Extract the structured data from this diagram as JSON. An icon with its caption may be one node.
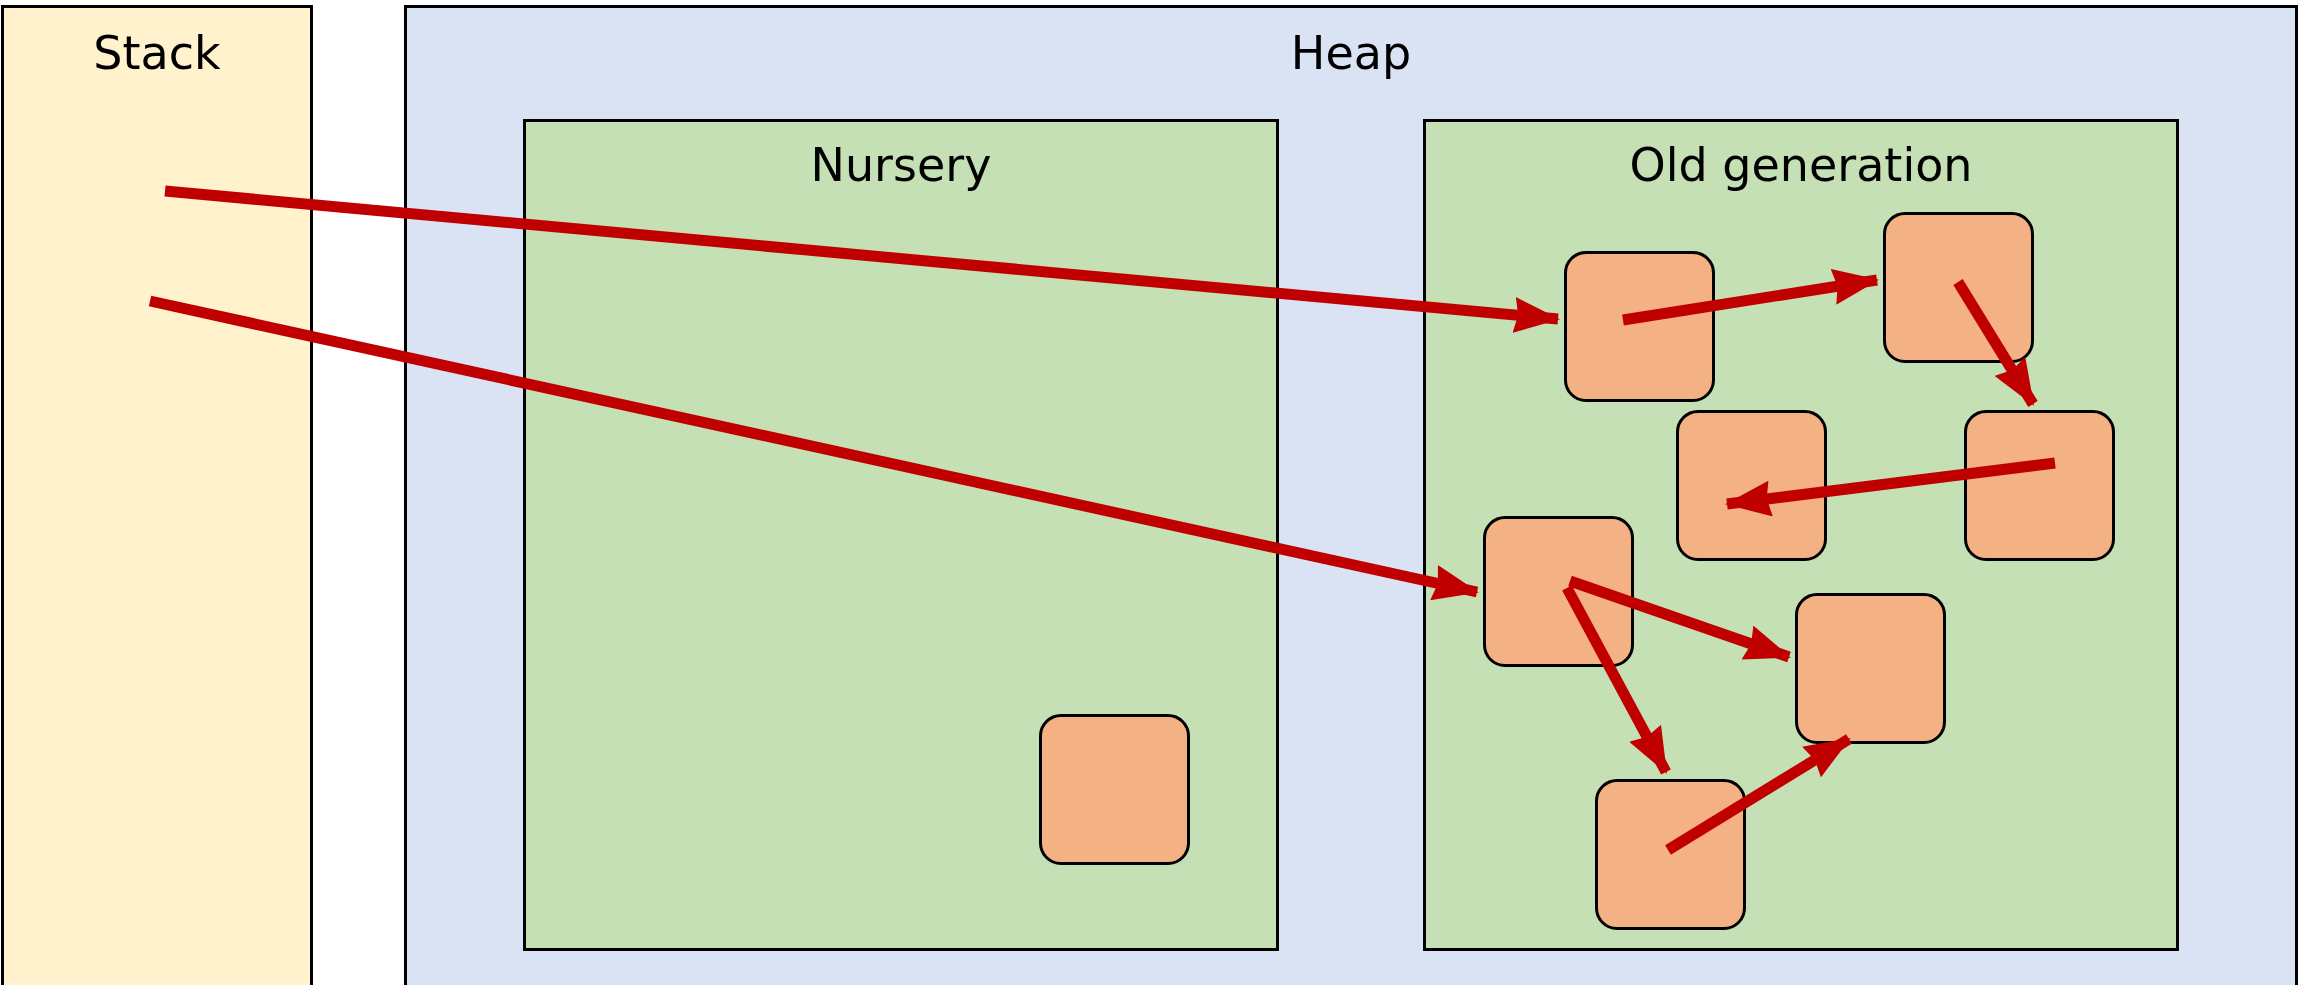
{
  "diagram": {
    "nodes": [
      {
        "text": [
          "Stack"
        ]
      },
      {
        "text": [
          "Heap"
        ]
      },
      {
        "text": [
          "Nursery"
        ],
        "in": 1
      },
      {
        "text": [
          "Old generation"
        ],
        "in": 1
      },
      {
        "text": [],
        "shape": "box",
        "in": 2
      },
      {
        "text": [],
        "shape": "box",
        "in": 3
      },
      {
        "text": [],
        "shape": "box",
        "in": 3
      },
      {
        "text": [],
        "shape": "box",
        "in": 3
      },
      {
        "text": [],
        "shape": "box",
        "in": 3
      },
      {
        "text": [],
        "shape": "box",
        "in": 3
      },
      {
        "text": [],
        "shape": "box",
        "in": 3
      },
      {
        "text": [],
        "shape": "box",
        "in": 3
      }
    ],
    "edges": [
      {
        "from": 0,
        "to": 6,
        "arrow": "to"
      },
      {
        "from": 0,
        "to": 9,
        "arrow": "to"
      },
      {
        "from": 6,
        "to": 5,
        "arrow": "to"
      },
      {
        "from": 5,
        "to": 8,
        "arrow": "to"
      },
      {
        "from": 8,
        "to": 7,
        "arrow": "to"
      },
      {
        "from": 9,
        "to": 10,
        "arrow": "to"
      },
      {
        "from": 9,
        "to": 11,
        "arrow": "to"
      },
      {
        "from": 11,
        "to": 10,
        "arrow": "to"
      }
    ]
  }
}
